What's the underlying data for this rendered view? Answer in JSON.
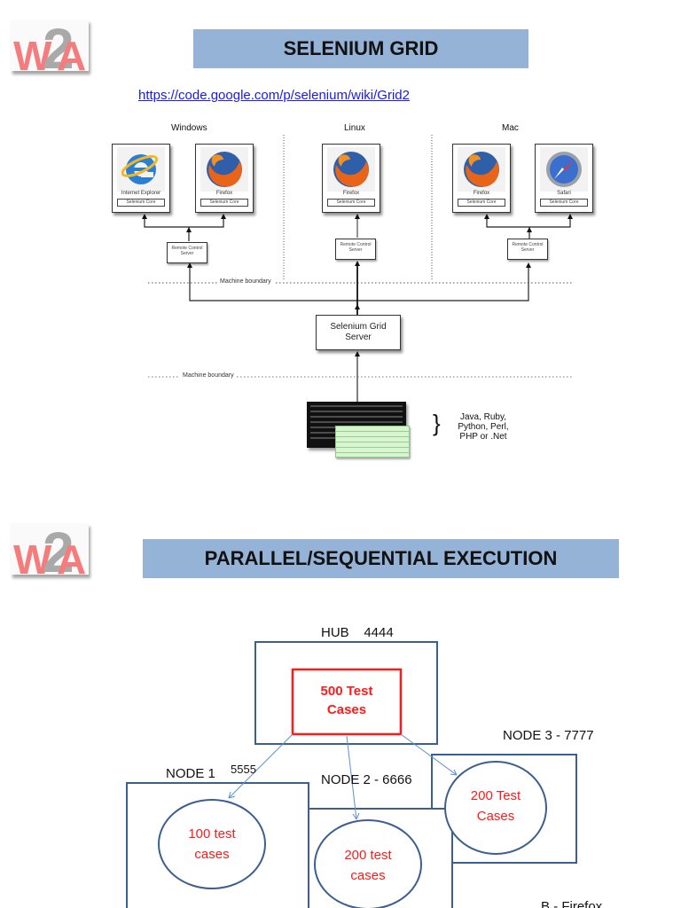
{
  "slide1": {
    "logo": {
      "w": "W",
      "two": "2",
      "a": "A"
    },
    "title": "SELENIUM GRID",
    "url": "https://code.google.com/p/selenium/wiki/Grid2",
    "diagram": {
      "os_labels": [
        "Windows",
        "Linux",
        "Mac"
      ],
      "browsers": [
        {
          "name": "Internet Explorer",
          "core": "Selenium Core",
          "icon": "internet-explorer-icon"
        },
        {
          "name": "Firefox",
          "core": "Selenium Core",
          "icon": "firefox-icon"
        },
        {
          "name": "Firefox",
          "core": "Selenium Core",
          "icon": "firefox-icon"
        },
        {
          "name": "Firefox",
          "core": "Selenium Core",
          "icon": "firefox-icon"
        },
        {
          "name": "Safari",
          "core": "Selenium Core",
          "icon": "safari-icon"
        }
      ],
      "remote_control": [
        "Remote Control Server",
        "Remote Control Server",
        "Remote Control Server"
      ],
      "grid_server": "Selenium Grid Server",
      "boundary_label": "Machine boundary",
      "languages": "Java, Ruby, Python, Perl, PHP or .Net"
    }
  },
  "slide2": {
    "logo": {
      "w": "W",
      "two": "2",
      "a": "A"
    },
    "title": "PARALLEL/SEQUENTIAL EXECUTION",
    "hub": {
      "label": "HUB    4444",
      "content": "500 Test Cases"
    },
    "nodes": [
      {
        "label": "NODE 1",
        "port": "5555",
        "content": "100 test cases"
      },
      {
        "label": "NODE 2 - 6666",
        "content": "200 test cases"
      },
      {
        "label": "NODE 3 - 7777",
        "content": "200 Test Cases"
      }
    ],
    "footer_partial": "B - Firefox"
  }
}
